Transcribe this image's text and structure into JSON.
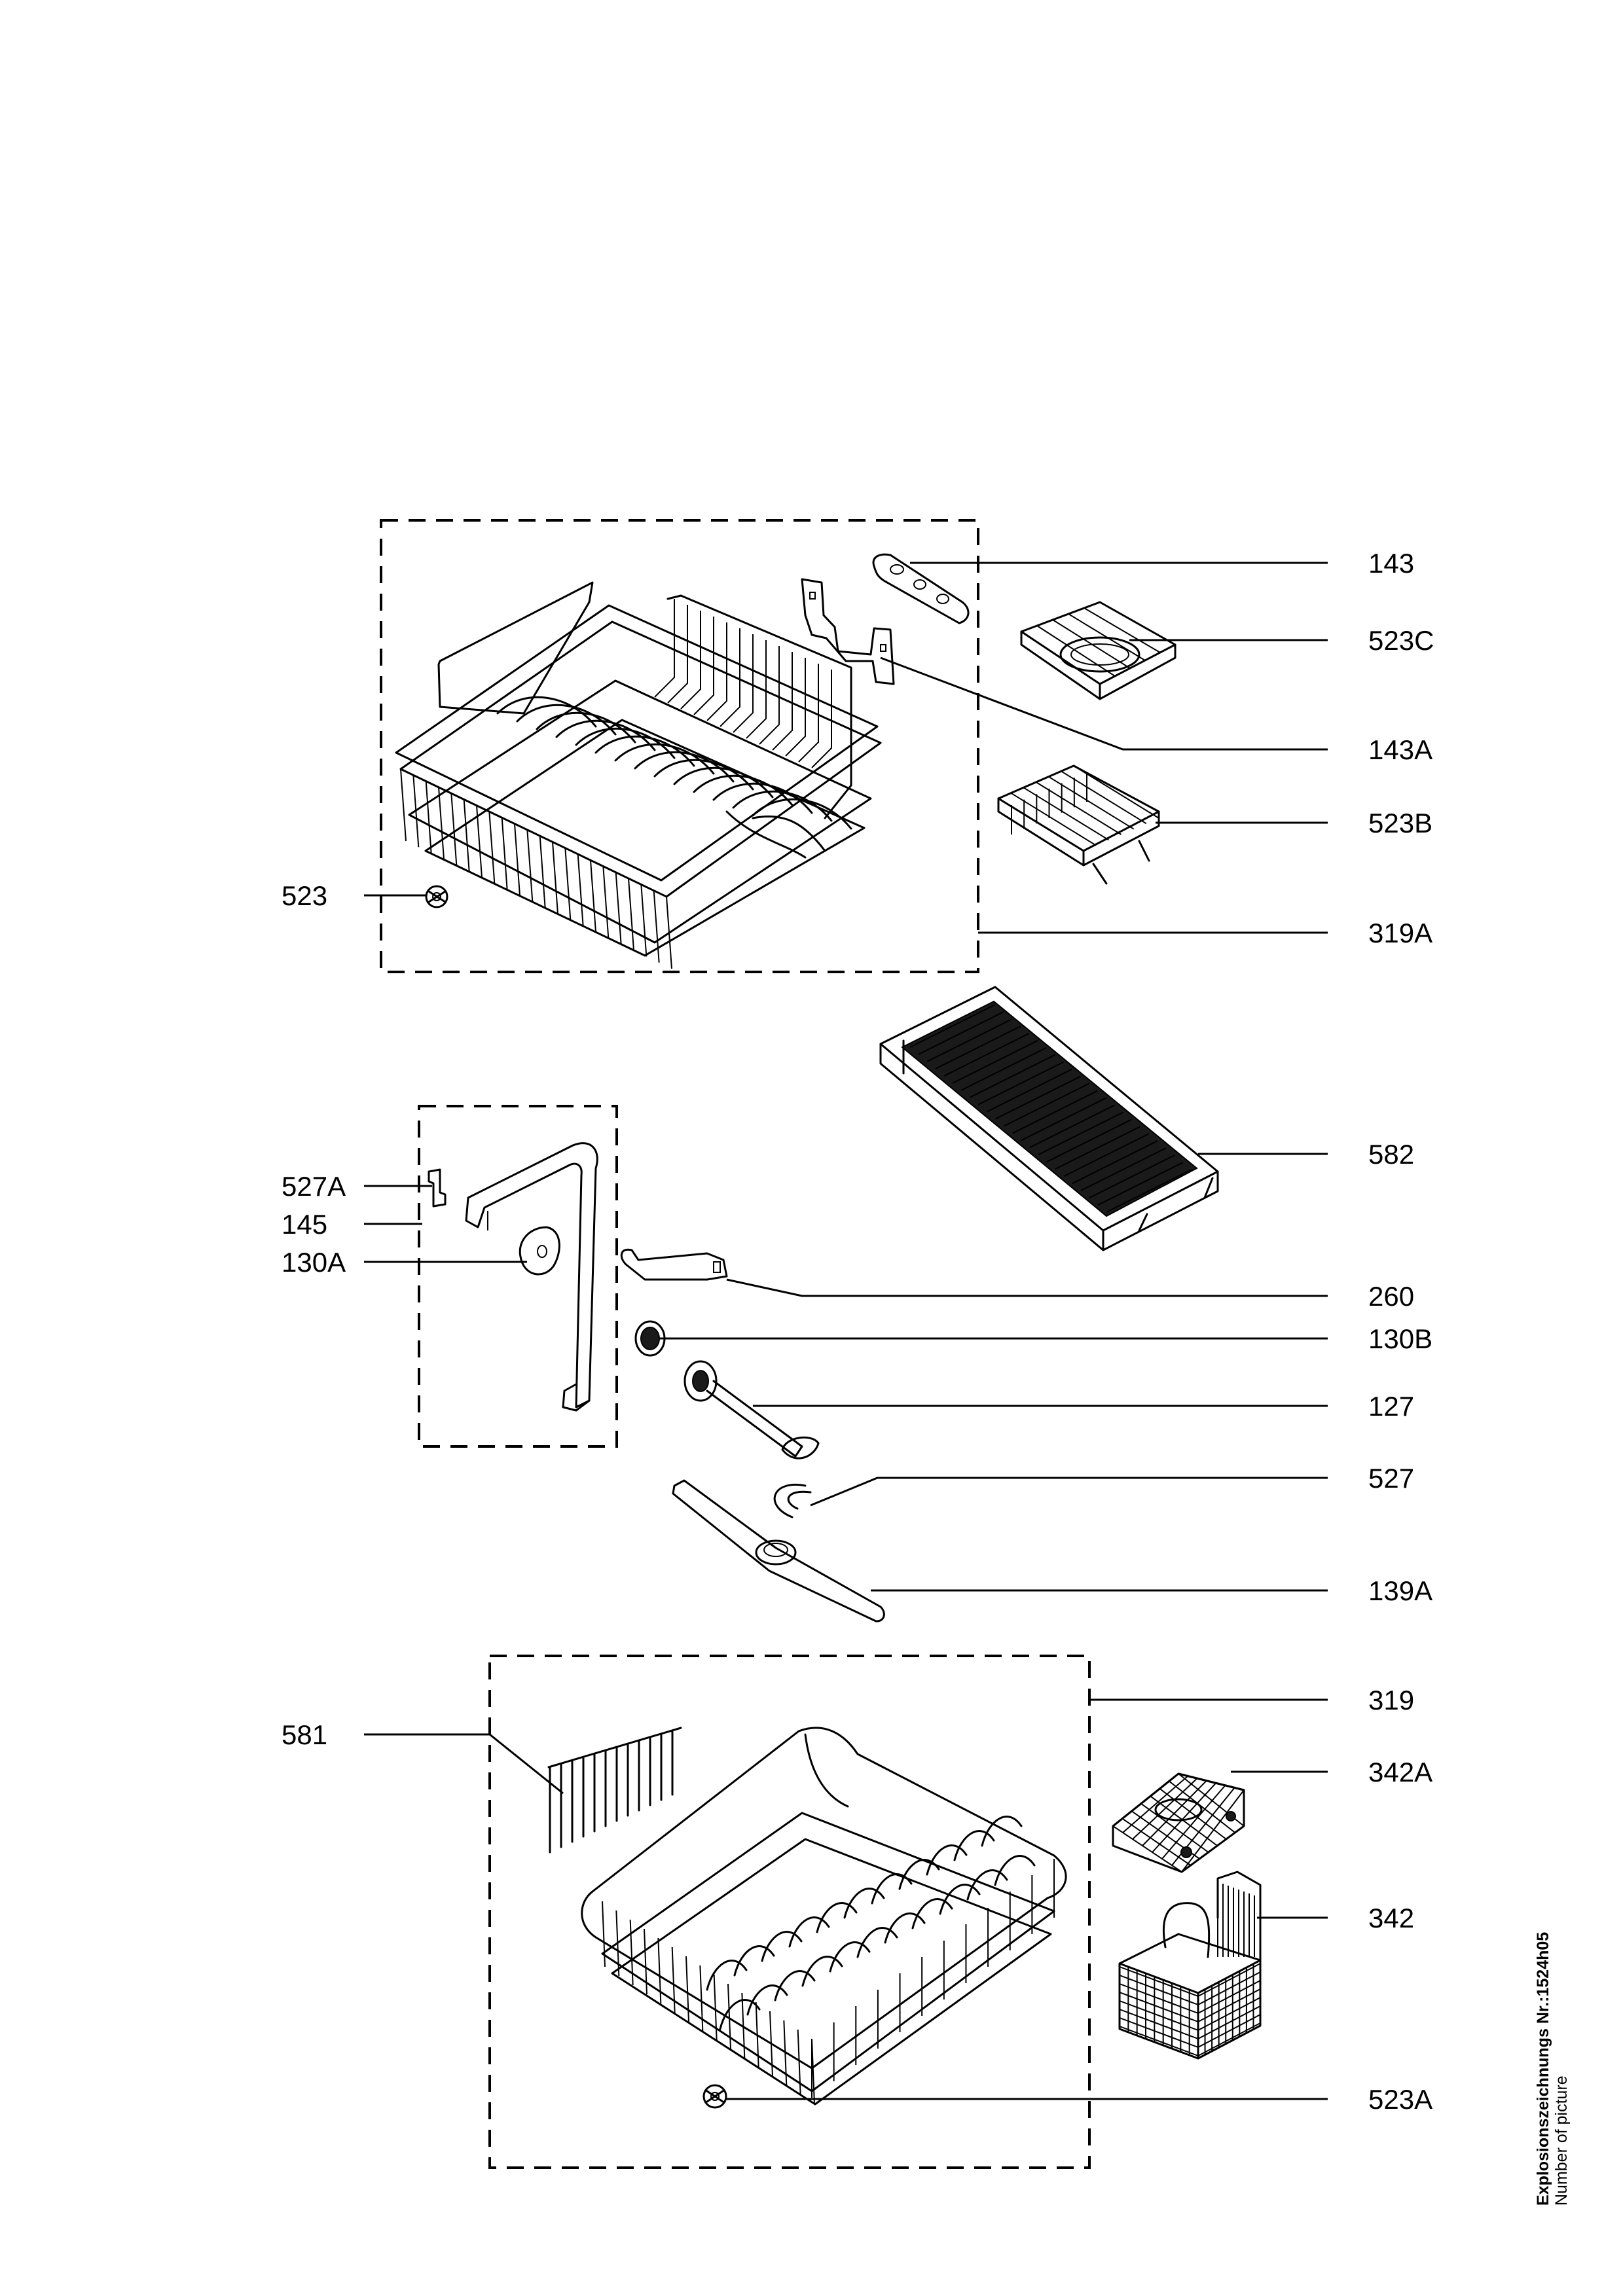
{
  "caption": {
    "title": "Explosionszeichnungs Nr.:1524h05",
    "subtitle": "Number of picture"
  },
  "labels": {
    "l143": "143",
    "l523C": "523C",
    "l143A": "143A",
    "l523B": "523B",
    "l523": "523",
    "l319A": "319A",
    "l582": "582",
    "l527A": "527A",
    "l145": "145",
    "l130A": "130A",
    "l260": "260",
    "l130B": "130B",
    "l127": "127",
    "l527": "527",
    "l139A": "139A",
    "l319": "319",
    "l581": "581",
    "l342A": "342A",
    "l342": "342",
    "l523A": "523A"
  }
}
